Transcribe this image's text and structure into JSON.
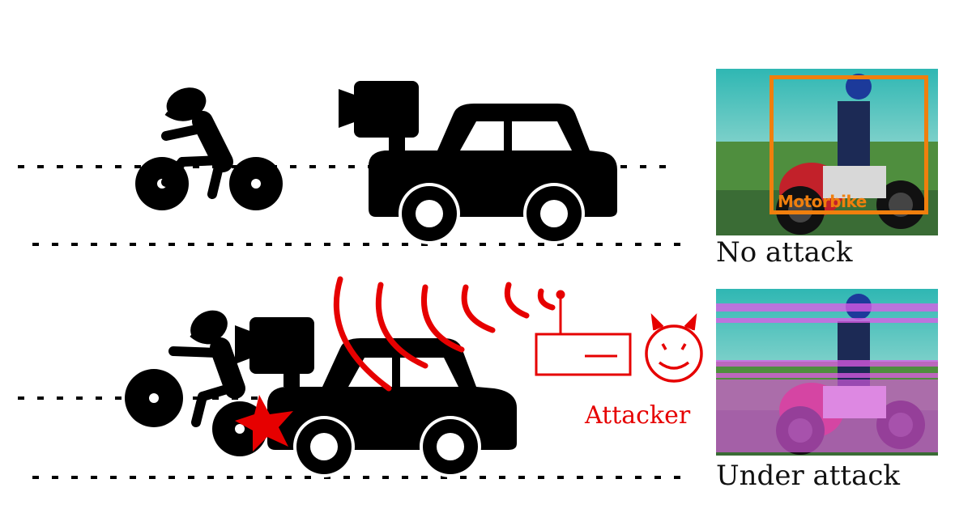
{
  "captions": {
    "no_attack": "No attack",
    "under_attack": "Under attack"
  },
  "attacker": {
    "label": "Attacker",
    "color": "#e60000"
  },
  "detection": {
    "label": "Motorbike",
    "box_color": "#f07f0d"
  },
  "icons": {
    "cyclist": "cyclist-icon",
    "car": "car-icon",
    "camera": "camera-icon",
    "collision": "collision-star-icon",
    "transmitter": "radio-transmitter-icon",
    "devil": "devil-face-icon",
    "signal": "signal-waves-icon"
  },
  "colors": {
    "ink": "#000000",
    "attack": "#e60000",
    "glitch": "#e15be8"
  }
}
